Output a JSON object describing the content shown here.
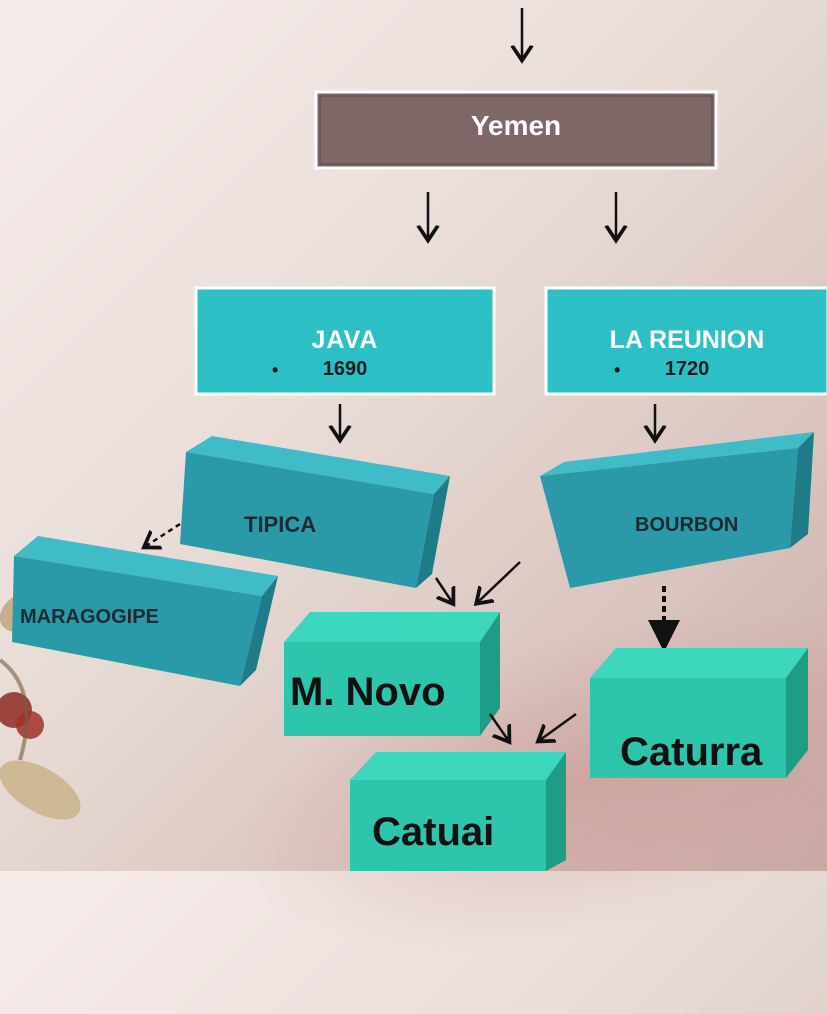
{
  "nodes": {
    "yemen": "Yemen",
    "java": {
      "title": "JAVA",
      "year": "1690",
      "bullet": "•"
    },
    "reunion": {
      "title": "LA REUNION",
      "year": "1720",
      "bullet": "•"
    },
    "tipica": "TIPICA",
    "bourbon": "BOURBON",
    "maragogipe": "MARAGOGIPE",
    "mundo_novo": "M. Novo",
    "caturra": "Caturra",
    "catuai": "Catuai"
  },
  "colors": {
    "yemen_box": "#7f6767",
    "origin_box": "#2cc0c6",
    "variety_box": "#2aa6b1",
    "hybrid_box": "#2dc5ab",
    "arrow": "#111111"
  }
}
